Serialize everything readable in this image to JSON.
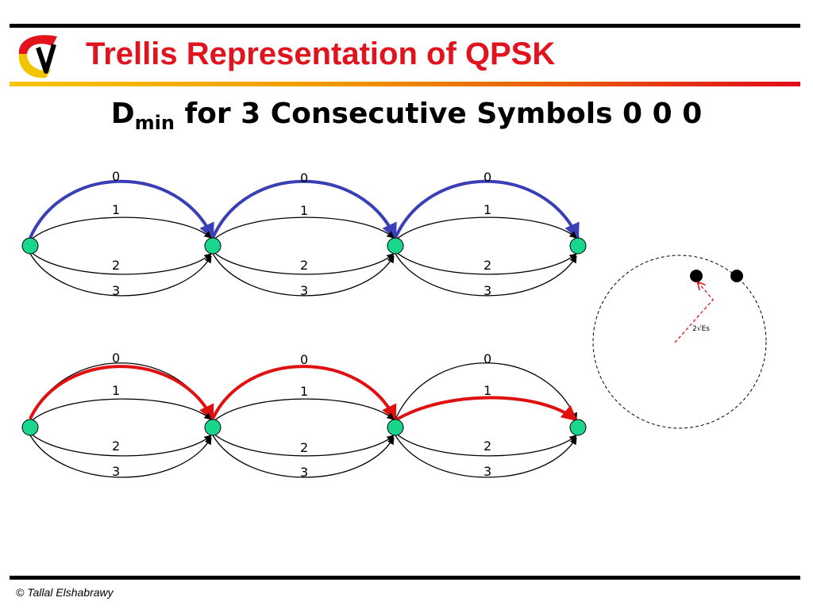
{
  "slide": {
    "title": "Trellis Representation of QPSK",
    "subtitle_main": "D",
    "subtitle_sub": "min",
    "subtitle_rest": " for 3 Consecutive Symbols 0 0 0",
    "footer": "© Tallal Elshabrawy"
  },
  "trellis": {
    "branch_labels": [
      "0",
      "1",
      "2",
      "3"
    ],
    "highlight_colors": {
      "top": "#3a3fb6",
      "bottom": "#e01010"
    },
    "node_color": "#19d68c"
  },
  "constellation": {
    "distance_label": "2√Es",
    "arrow_color": "#e01010"
  }
}
